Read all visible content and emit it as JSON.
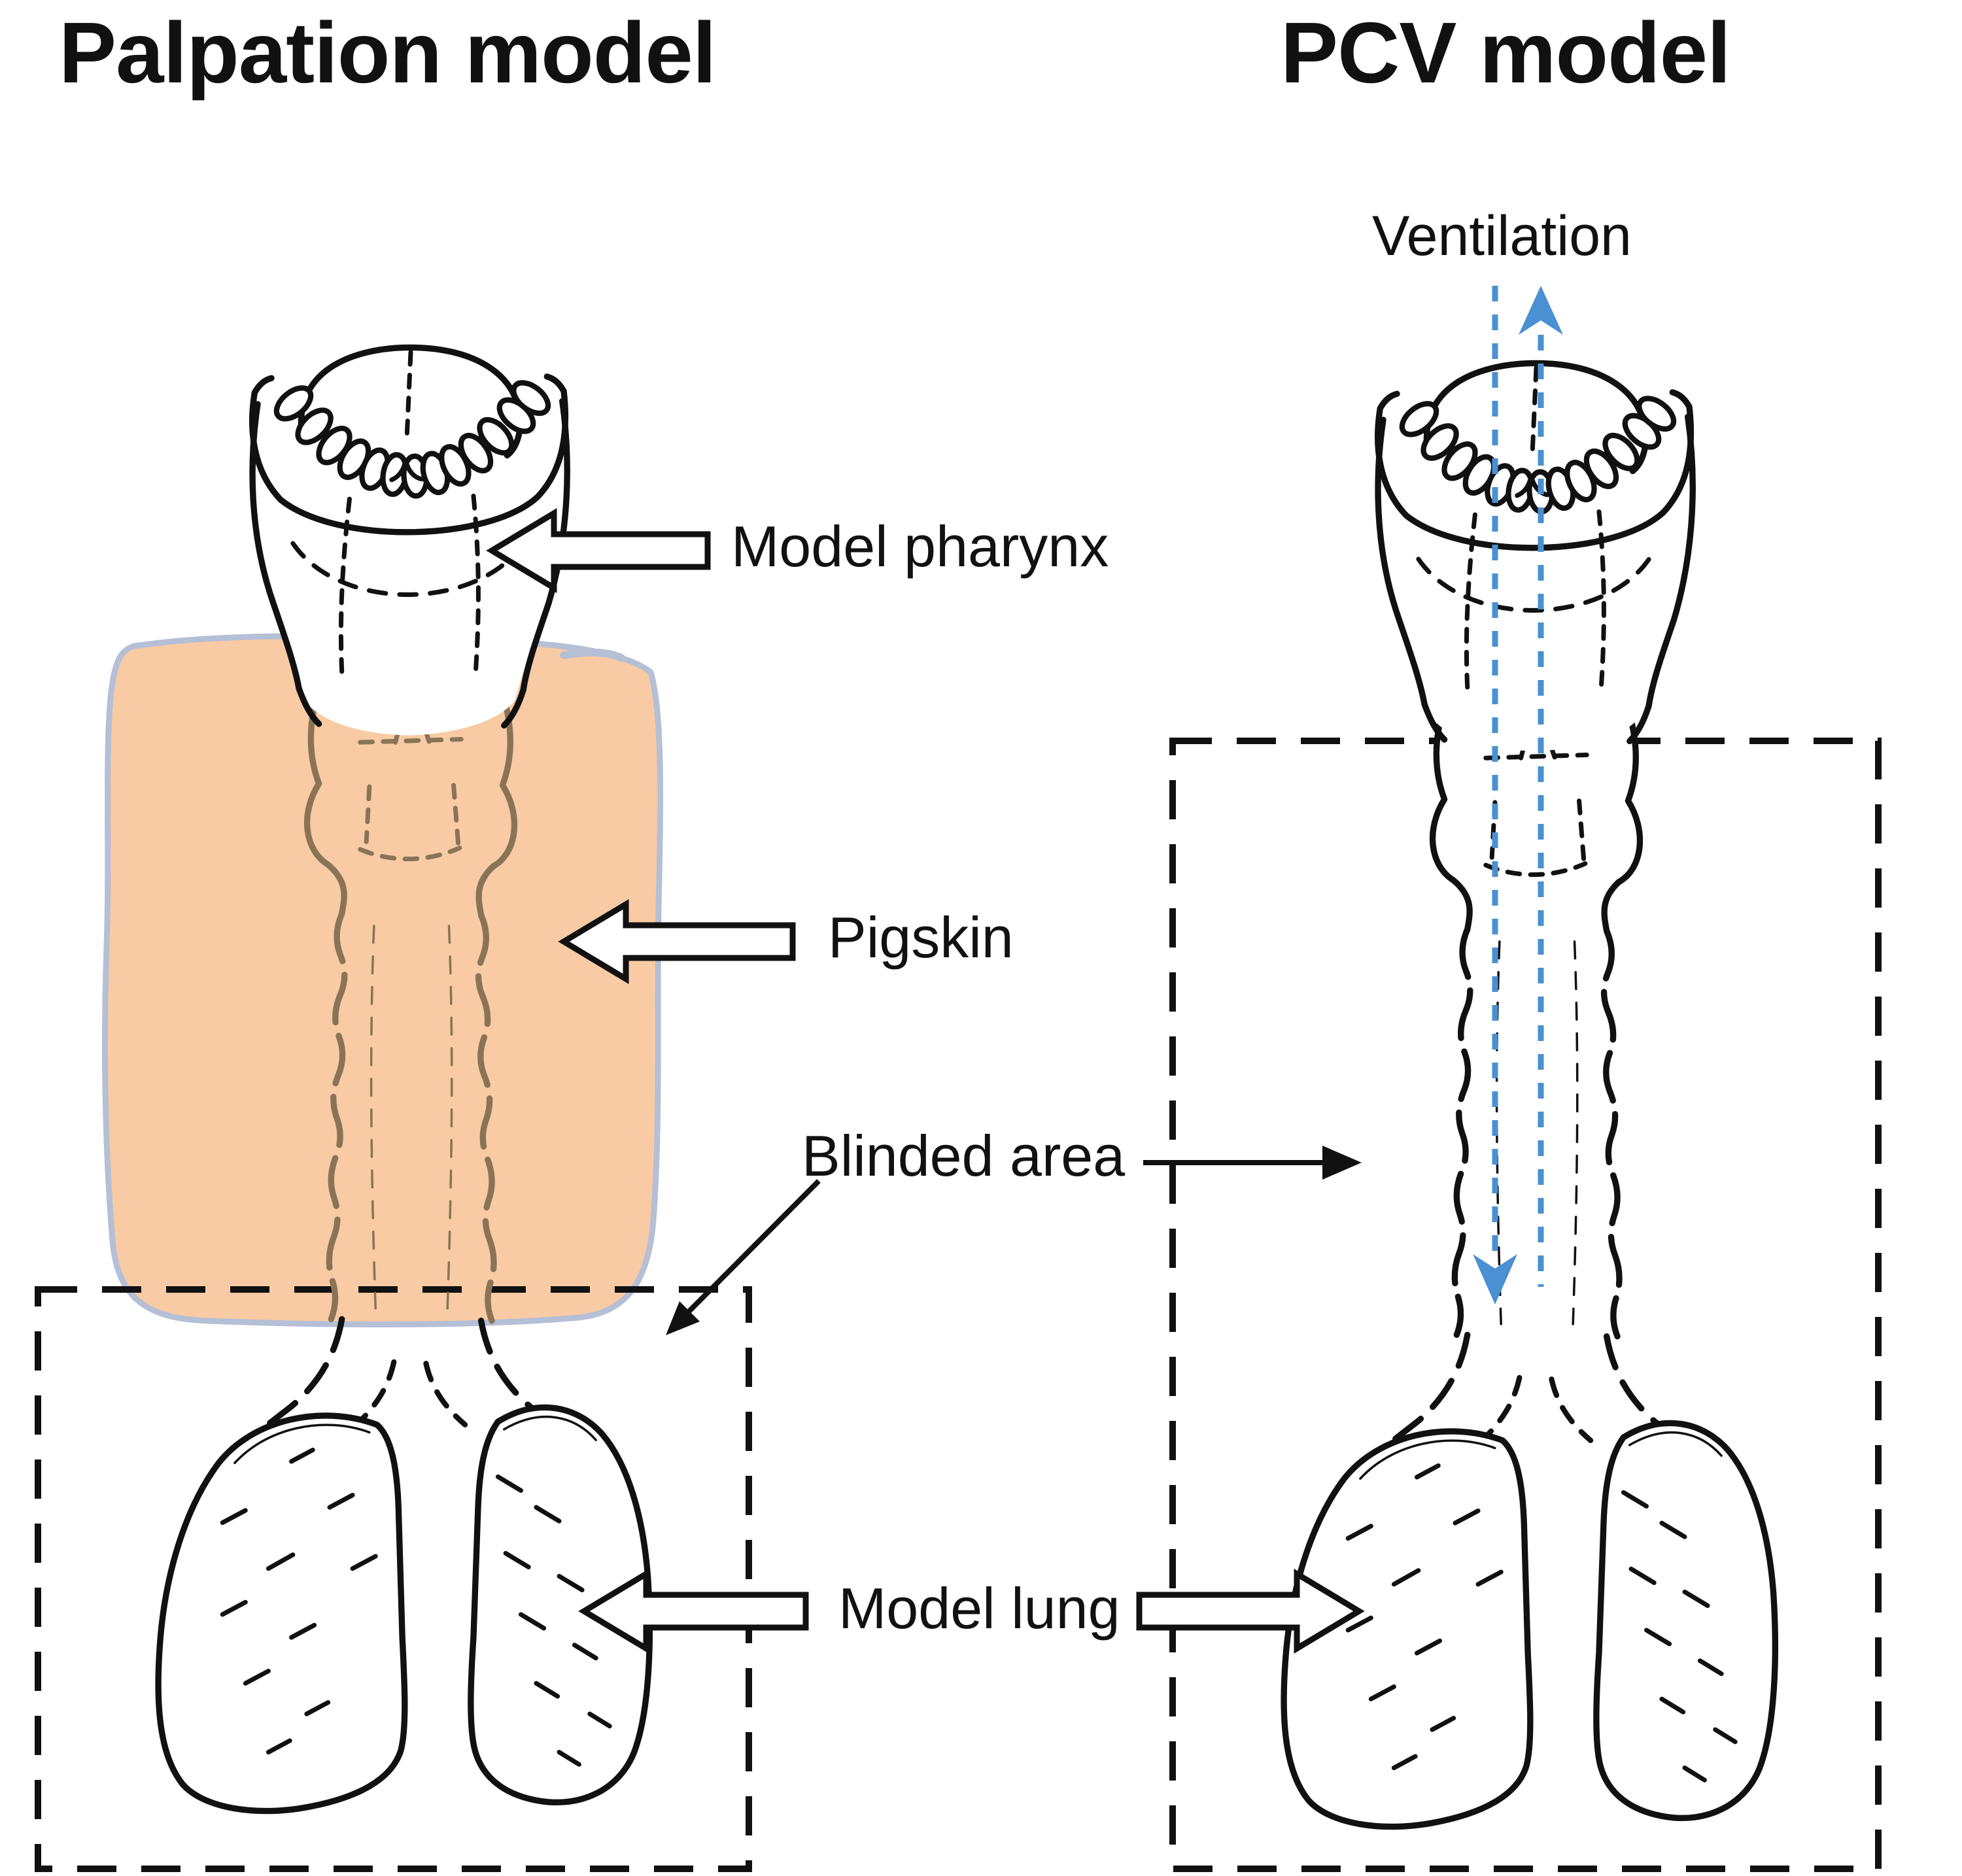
{
  "titles": {
    "left": "Palpation model",
    "right": "PCV model"
  },
  "annotations": {
    "ventilation": "Ventilation",
    "model_pharynx": "Model pharynx",
    "pigskin": "Pigskin",
    "blinded_area": "Blinded area",
    "model_lung": "Model lung"
  },
  "colors": {
    "paper": "#ffffff",
    "ink": "#111111",
    "pigskin_fill": "#f8cba4",
    "pigskin_edge": "#b5bfd5",
    "under_skin_ink": "#8a7456",
    "ventilation_blue": "#4a90d2"
  }
}
